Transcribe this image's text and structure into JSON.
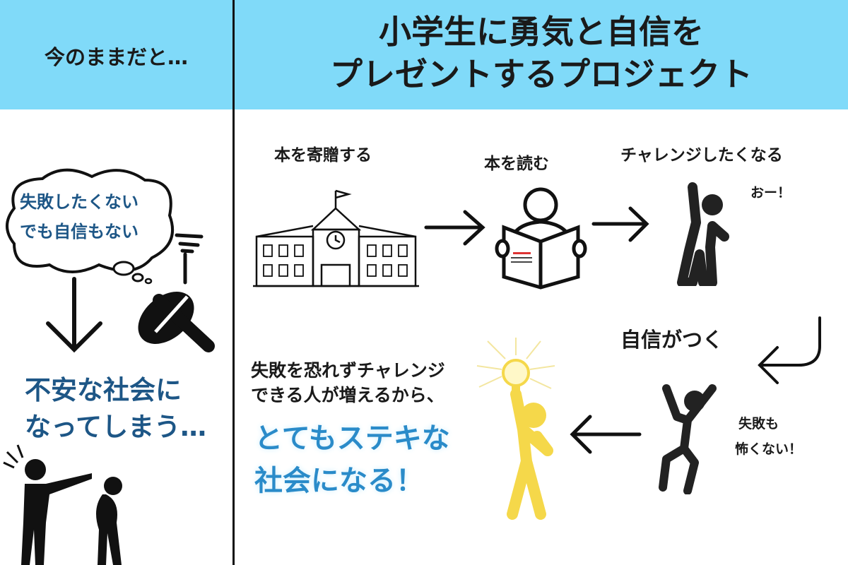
{
  "left_panel": {
    "header": "今のままだと…",
    "thought_line1": "失敗したくない",
    "thought_line2": "でも自信もない",
    "result_line1": "不安な社会に",
    "result_line2": "なってしまう…"
  },
  "right_panel": {
    "title_line1": "小学生に勇気と自信を",
    "title_line2": "プレゼントするプロジェクト",
    "steps": [
      {
        "label": "本を寄贈する",
        "icon": "school-icon"
      },
      {
        "label": "本を読む",
        "icon": "reading-person-icon"
      },
      {
        "label": "チャレンジしたくなる",
        "icon": "raising-hand-person-icon",
        "exclaim": "おー！"
      },
      {
        "label": "自信がつく",
        "icon": "curved-arrow-icon"
      },
      {
        "label_line1": "失敗も",
        "label_line2": "怖くない！",
        "icon": "jumping-person-icon"
      }
    ],
    "conclusion_line1": "失敗を恐れずチャレンジ",
    "conclusion_line2": "できる人が増えるから、",
    "highlight_line1": "とてもステキな",
    "highlight_line2": "社会になる！"
  },
  "colors": {
    "header_band": "#80daf9",
    "dark_blue_text": "#1d5686",
    "bright_blue_text": "#2a8bc9",
    "lightbulb_yellow": "#f5d84a"
  }
}
